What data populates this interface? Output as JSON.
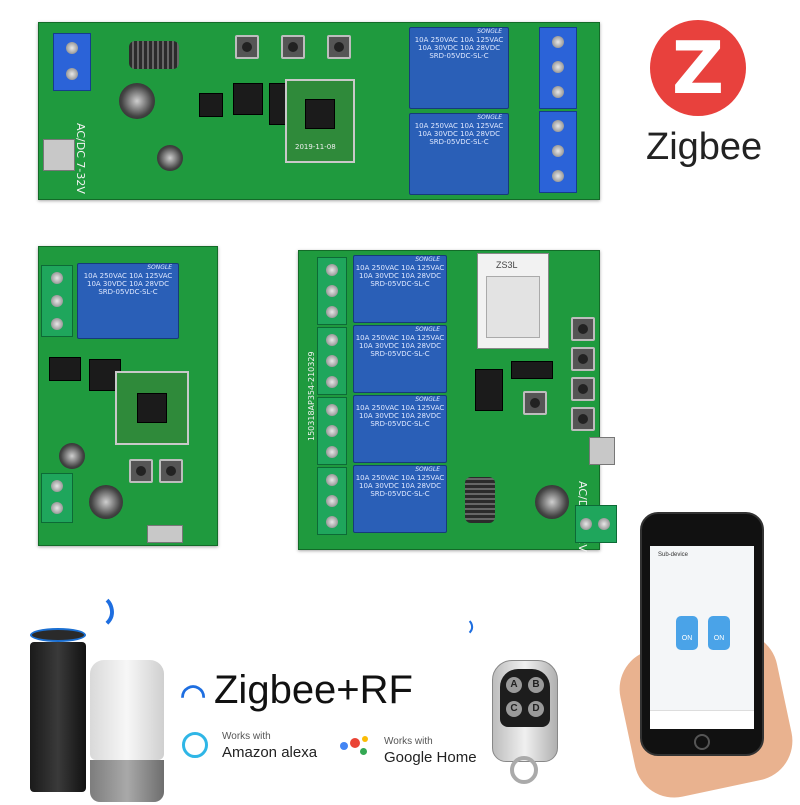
{
  "logo": {
    "brand": "Zigbee",
    "mark": "Z"
  },
  "headline": "Zigbee+RF",
  "boards": {
    "top": {
      "silk_power": "AC/DC 7-32V",
      "module_code": "2019-11-08",
      "relay_brand": "SONGLE",
      "relay_text": "10A 250VAC 10A 125VAC 10A 30VDC 10A 28VDC SRD-05VDC-SL-C"
    },
    "left": {
      "relay_brand": "SONGLE",
      "relay_text": "10A 250VAC 10A 125VAC 10A 30VDC 10A 28VDC SRD-05VDC-SL-C"
    },
    "right": {
      "silk_power": "AC/DC 7-32V",
      "silk_code": "150318AP354-210329",
      "module_label": "ZS3L",
      "relay_brand": "SONGLE",
      "relay_text": "10A 250VAC 10A 125VAC 10A 30VDC 10A 28VDC SRD-05VDC-SL-C"
    }
  },
  "badges": {
    "alexa": {
      "small": "Works with",
      "name": "Amazon alexa"
    },
    "google": {
      "small": "Works with",
      "name": "Google Home"
    }
  },
  "remote": {
    "buttons": [
      "A",
      "B",
      "C",
      "D"
    ]
  },
  "phone": {
    "title": "Sub-device",
    "switches": [
      "ON",
      "ON"
    ]
  },
  "colors": {
    "zigbee_red": "#e8413d",
    "pcb_green": "#1f9a3e",
    "relay_blue": "#2a5fb7",
    "wifi_blue": "#1e6ee0"
  }
}
